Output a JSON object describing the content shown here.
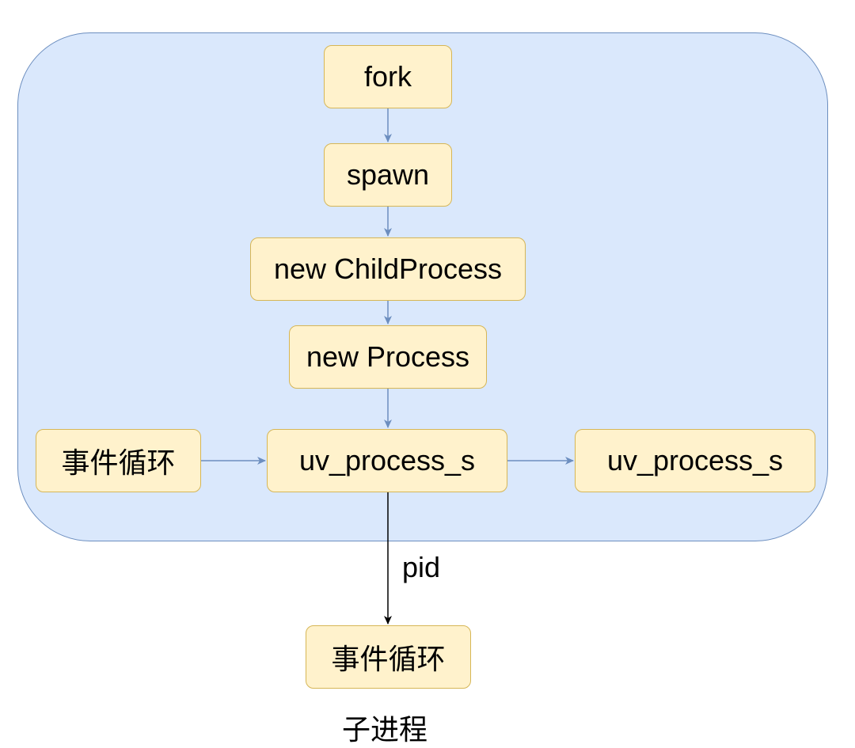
{
  "nodes": {
    "fork": "fork",
    "spawn": "spawn",
    "new_child_process": "new ChildProcess",
    "new_process": "new Process",
    "event_loop": "事件循环",
    "uv_process_s_main": "uv_process_s",
    "uv_process_s_right": "uv_process_s",
    "child_event_loop": "事件循环"
  },
  "labels": {
    "pid": "pid",
    "child_process": "子进程"
  },
  "colors": {
    "group_fill": "#dae8fc",
    "group_stroke": "#6c8ebf",
    "node_fill": "#fff2cc",
    "node_stroke": "#d6b656",
    "edge_blue": "#6c8ebf",
    "edge_black": "#000000"
  }
}
